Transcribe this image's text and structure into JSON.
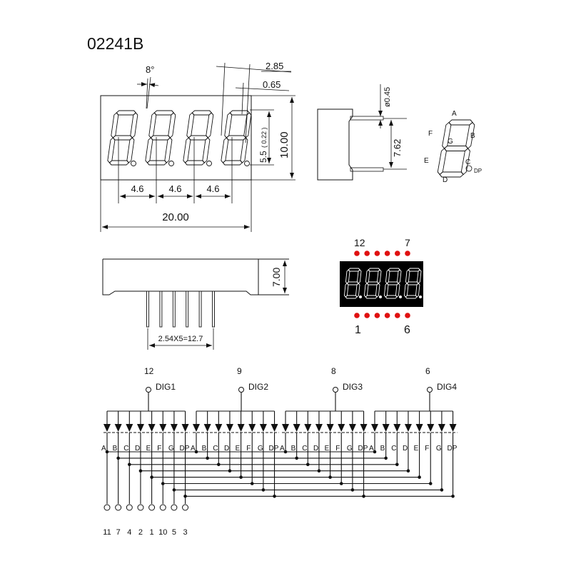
{
  "title": "02241B",
  "front_view": {
    "angle": "8°",
    "dim_2_85": "2.85",
    "dim_0_65": "0.65",
    "digit_height": "5.5",
    "digit_height_in": "( 0.22 )",
    "height": "10.00",
    "pitches": [
      "4.6",
      "4.6",
      "4.6"
    ],
    "width": "20.00"
  },
  "side_view": {
    "pin_dia": "ø0.45",
    "row_spacing": "7.62"
  },
  "segment_diagram": {
    "labels": [
      "A",
      "B",
      "C",
      "D",
      "E",
      "F",
      "G",
      "DP"
    ]
  },
  "bottom_view": {
    "depth": "7.00",
    "pin_pitch": "2.54X5=12.7"
  },
  "top_view": {
    "pin_12": "12",
    "pin_7": "7",
    "pin_1": "1",
    "pin_6": "6",
    "pin_color": "#e01010",
    "body_color": "#000000"
  },
  "schematic": {
    "digits": [
      {
        "pin": "12",
        "label": "DIG1"
      },
      {
        "pin": "9",
        "label": "DIG2"
      },
      {
        "pin": "8",
        "label": "DIG3"
      },
      {
        "pin": "6",
        "label": "DIG4"
      }
    ],
    "segments": [
      "A",
      "B",
      "C",
      "D",
      "E",
      "F",
      "G",
      "DP"
    ],
    "segment_pins": [
      "11",
      "7",
      "4",
      "2",
      "1",
      "10",
      "5",
      "3"
    ]
  }
}
